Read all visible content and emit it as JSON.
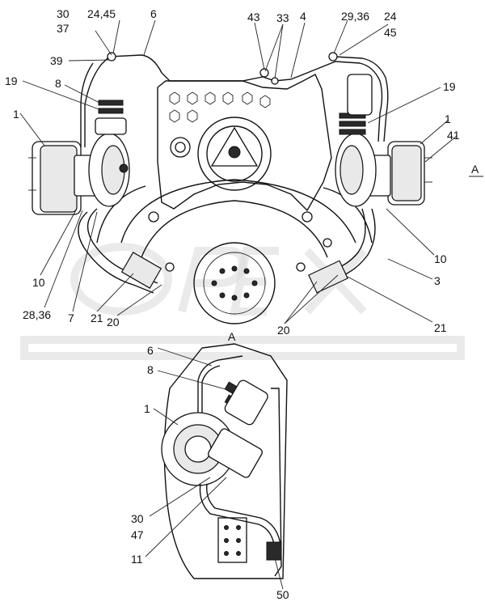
{
  "callouts": {
    "c30_top": "30",
    "c37": "37",
    "c24_45_top": "24,45",
    "c6_top": "6",
    "c43": "43",
    "c33": "33",
    "c4": "4",
    "c29_36": "29,36",
    "c24_right": "24",
    "c45_right": "45",
    "c39": "39",
    "c19_left": "19",
    "c8_top": "8",
    "c19_right": "19",
    "c1_left": "1",
    "c1_right": "1",
    "c41": "41",
    "c_view_a_marker": "A",
    "c10_left": "10",
    "c10_right": "10",
    "c3": "3",
    "c28_36": "28,36",
    "c7": "7",
    "c21_left": "21",
    "c20_left": "20",
    "c20_right": "20",
    "c21_right": "21",
    "c_view_a_title": "A",
    "c6_bottom": "6",
    "c8_bottom": "8",
    "c1_bottom": "1",
    "c30_bottom": "30",
    "c47": "47",
    "c11": "11",
    "c50": "50"
  },
  "watermark": "OPEX"
}
